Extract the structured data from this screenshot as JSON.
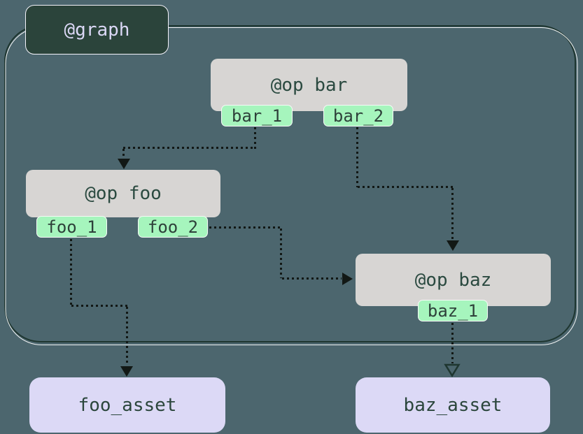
{
  "diagram": {
    "type": "dagster-graph-lineage",
    "graph": {
      "label": "@graph"
    },
    "nodes": [
      {
        "id": "bar",
        "label": "@op bar",
        "outputs": [
          "bar_1",
          "bar_2"
        ]
      },
      {
        "id": "foo",
        "label": "@op foo",
        "outputs": [
          "foo_1",
          "foo_2"
        ]
      },
      {
        "id": "baz",
        "label": "@op baz",
        "outputs": [
          "baz_1"
        ]
      }
    ],
    "assets": [
      {
        "id": "foo_asset",
        "label": "foo_asset"
      },
      {
        "id": "baz_asset",
        "label": "baz_asset"
      }
    ],
    "edges": [
      {
        "from": "bar_1",
        "to": "op foo",
        "style": "dotted",
        "arrow": "filled"
      },
      {
        "from": "bar_2",
        "to": "op baz",
        "style": "dotted",
        "arrow": "filled"
      },
      {
        "from": "foo_2",
        "to": "op baz",
        "style": "dotted",
        "arrow": "filled"
      },
      {
        "from": "foo_1",
        "to": "foo_asset",
        "style": "dotted",
        "arrow": "filled"
      },
      {
        "from": "baz_1",
        "to": "baz_asset",
        "style": "dotted",
        "arrow": "hollow"
      }
    ],
    "colors": {
      "background": "#4C666E",
      "graph_border": "#1E3630",
      "graph_border_highlight": "#FFFFFF",
      "graph_label_bg": "#2B443B",
      "graph_label_text": "#DBD8F6",
      "op_node_bg": "#D7D5D3",
      "op_node_text": "#2B4A40",
      "output_tag_bg": "#A6F5BD",
      "output_tag_text": "#2E413A",
      "asset_bg": "#DCD9F6",
      "asset_text": "#2B463C",
      "edge": "#121815"
    }
  }
}
